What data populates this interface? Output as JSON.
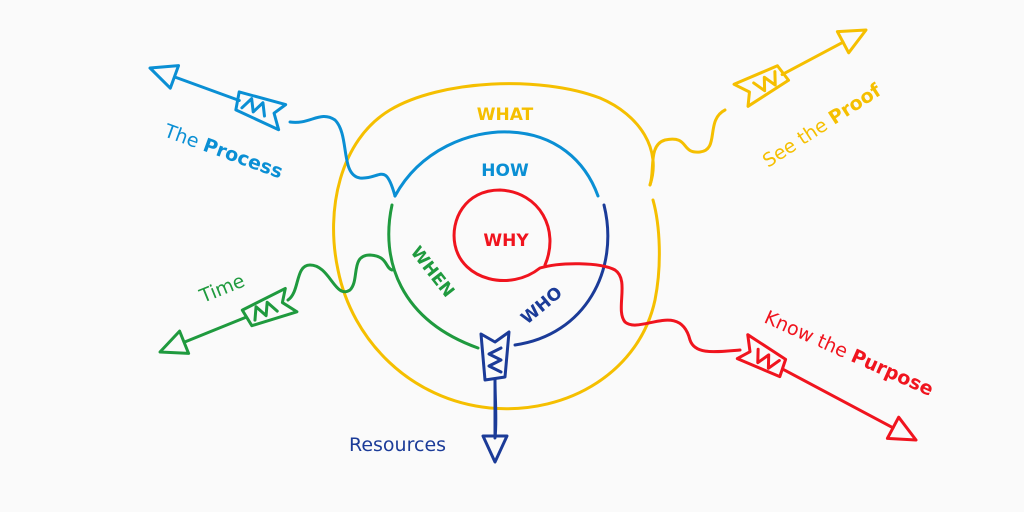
{
  "colors": {
    "background": "#fafafa",
    "what": "#f5bf00",
    "how": "#0a8fd4",
    "when": "#1f9a3e",
    "who": "#1b3b98",
    "why": "#f0141e"
  },
  "rings": {
    "what": "WHAT",
    "how": "HOW",
    "when": "WHEN",
    "who": "WHO",
    "why": "WHY"
  },
  "labels": {
    "process": {
      "plain": "The ",
      "bold": "Process"
    },
    "proof": {
      "plain": "See the ",
      "bold": "Proof"
    },
    "time": {
      "plain": "Time"
    },
    "resources": {
      "plain": "Resources"
    },
    "purpose": {
      "plain": "Know the ",
      "bold": "Purpose"
    }
  }
}
